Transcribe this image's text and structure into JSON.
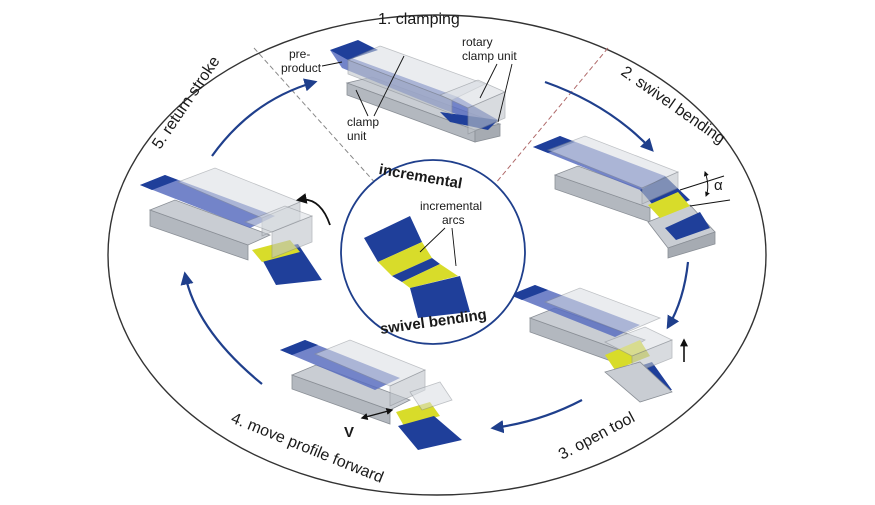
{
  "steps": {
    "s1": "1. clamping",
    "s2": "2. swivel bending",
    "s3": "3. open tool",
    "s4": "4. move profile forward",
    "s5": "5. return stroke"
  },
  "labels": {
    "pre1": "pre-",
    "pre2": "product",
    "rot1": "rotary",
    "rot2": "clamp unit",
    "clamp1": "clamp",
    "clamp2": "unit",
    "inc1": "incremental",
    "inc2": "arcs",
    "alpha": "α",
    "v": "V"
  },
  "center": {
    "top": "incremental",
    "bottom": "swivel bending"
  },
  "colors": {
    "blue": "#1f3f9a",
    "light_blue": "#7d8fcf",
    "yellow": "#d8dc2a",
    "gray": "#c9cdd3",
    "arrow": "#1f3f8c"
  }
}
